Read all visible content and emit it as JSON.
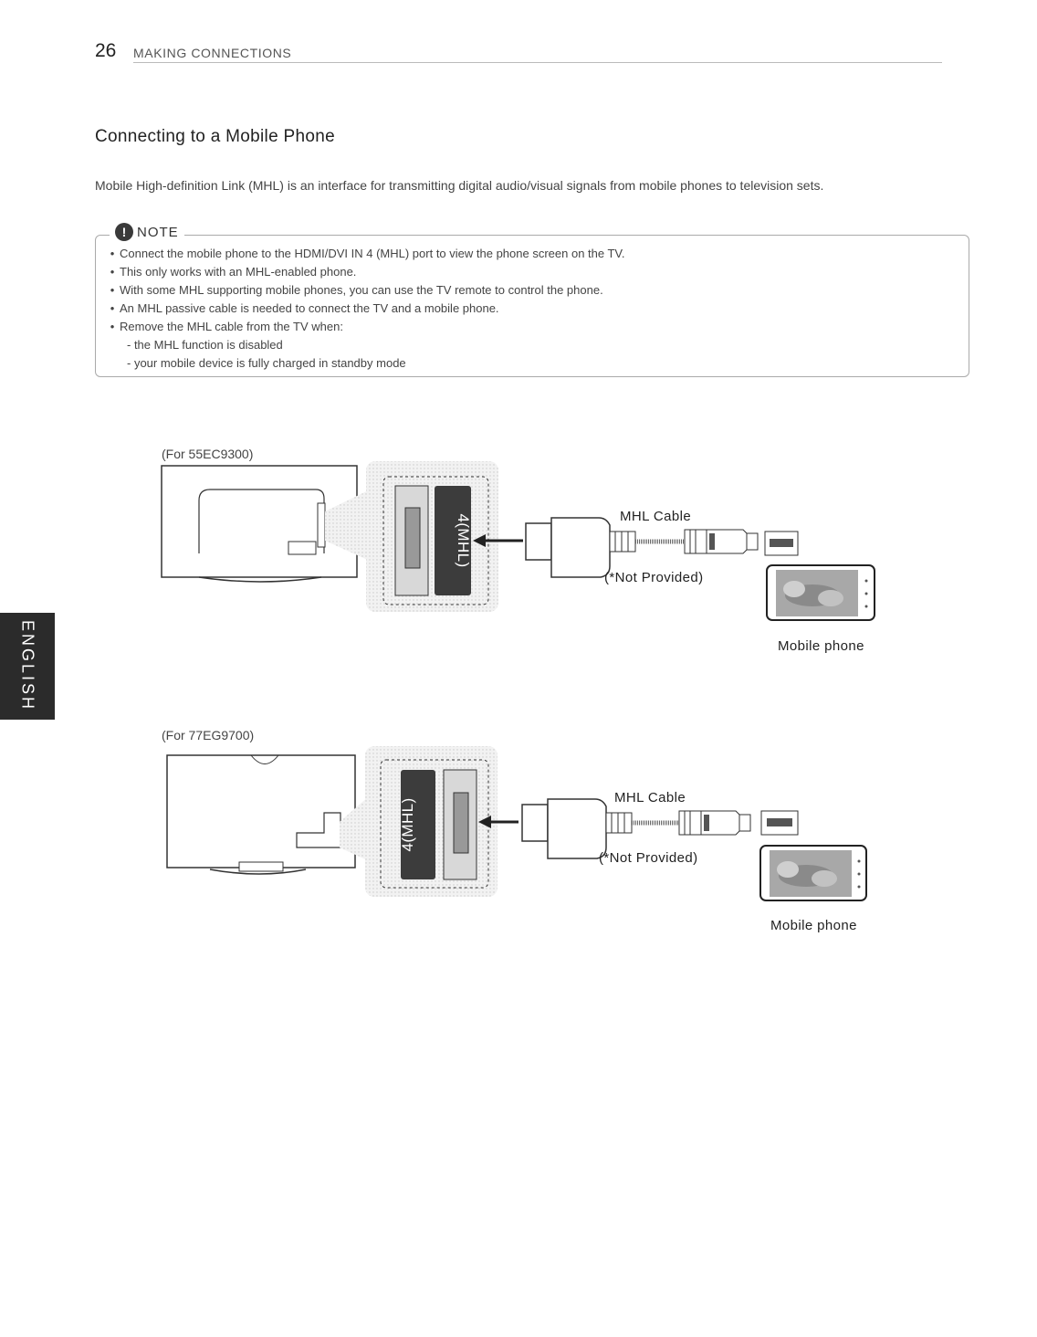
{
  "header": {
    "page_number": "26",
    "section": "MAKING CONNECTIONS"
  },
  "title": "Connecting to a Mobile Phone",
  "intro": "Mobile High-definition Link (MHL) is an interface for transmitting digital audio/visual signals from mobile phones to television sets.",
  "note": {
    "badge": "!",
    "title": "NOTE",
    "items": [
      "Connect the mobile phone to the HDMI/DVI IN 4 (MHL) port to view the phone screen on the TV.",
      "This only works with an MHL-enabled phone.",
      "With some MHL supporting mobile phones, you can use the TV remote to control the phone.",
      "An MHL passive cable is needed to connect the TV and a mobile phone.",
      "Remove the MHL cable from the TV when:"
    ],
    "subitems": [
      "- the MHL function is disabled",
      "- your mobile device is fully charged in standby mode"
    ]
  },
  "diagrams": [
    {
      "caption": "(For 55EC9300)",
      "port_label": "4(MHL)",
      "cable_label": "MHL Cable",
      "not_provided": "(*Not Provided)",
      "phone_label": "Mobile phone"
    },
    {
      "caption": "(For 77EG9700)",
      "port_label": "4(MHL)",
      "cable_label": "MHL Cable",
      "not_provided": "(*Not Provided)",
      "phone_label": "Mobile phone"
    }
  ],
  "side_tab": "ENGLISH",
  "colors": {
    "text": "#222222",
    "tab": "#2b2b2b",
    "rule": "#aaaaaa",
    "port": "#3c3c3c"
  }
}
